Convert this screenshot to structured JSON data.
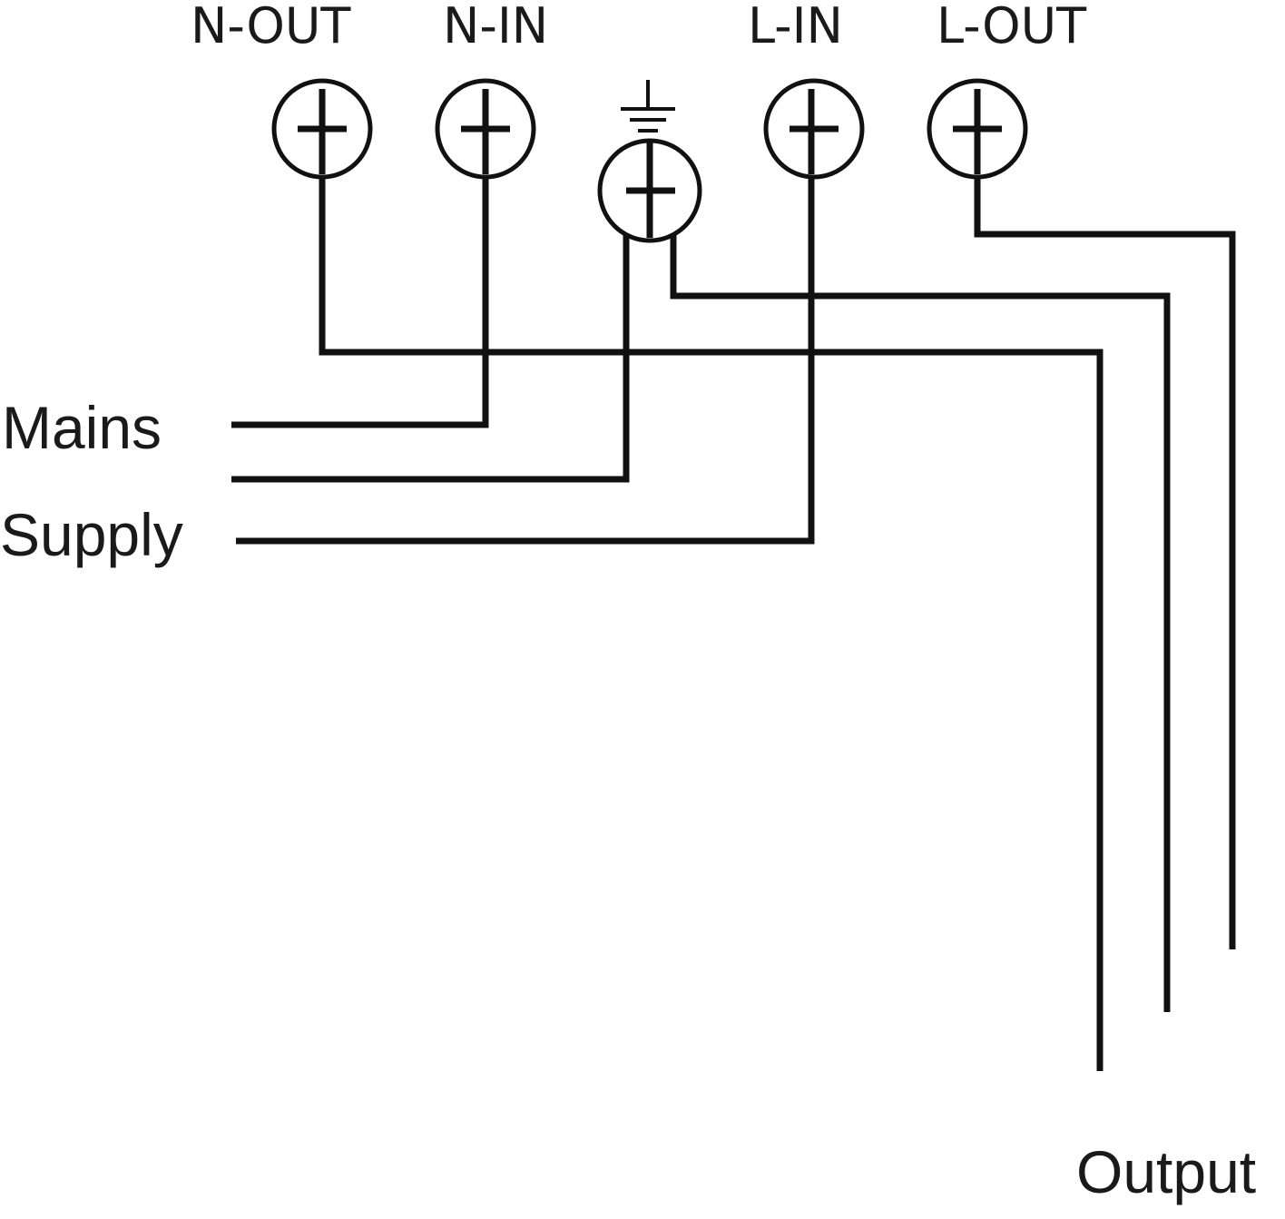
{
  "terminals": [
    {
      "id": "n_out",
      "label": "N-OUT"
    },
    {
      "id": "n_in",
      "label": "N-IN"
    },
    {
      "id": "earth",
      "label": ""
    },
    {
      "id": "l_in",
      "label": "L-IN"
    },
    {
      "id": "l_out",
      "label": "L-OUT"
    }
  ],
  "labels": {
    "mains": "Mains",
    "supply": "Supply",
    "output": "Output"
  },
  "icons": {
    "earth": "earth-ground-icon",
    "terminal": "screw-terminal-icon"
  },
  "colors": {
    "line": "#111111",
    "text": "#1a1a1a",
    "background": "#ffffff"
  }
}
